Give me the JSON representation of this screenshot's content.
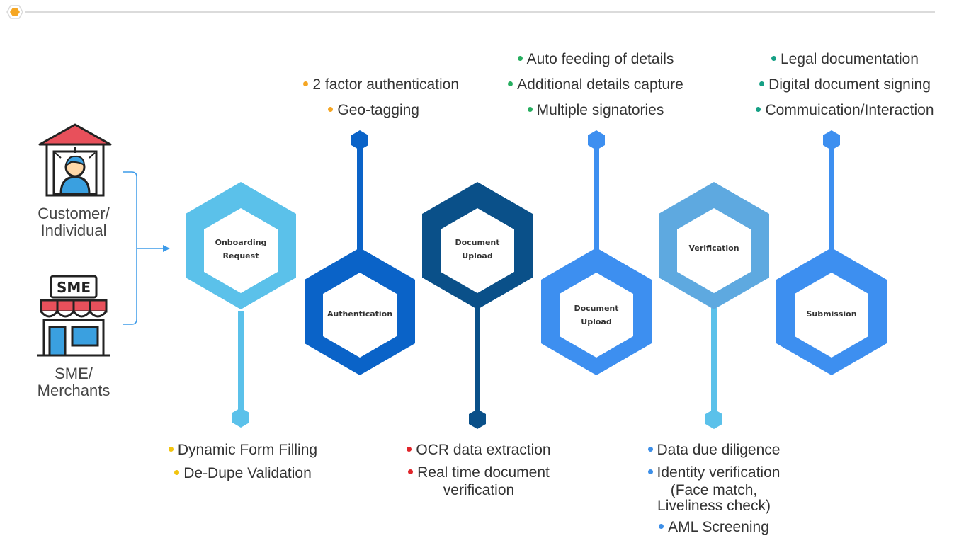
{
  "actors": {
    "customer_label_line1": "Customer/",
    "customer_label_line2": "Individual",
    "sme_sign": "SME",
    "sme_label_line1": "SME/",
    "sme_label_line2": "Merchants"
  },
  "steps": [
    {
      "line1": "Onboarding",
      "line2": "Request",
      "color": "#5bc1ea"
    },
    {
      "line1": "Authentication",
      "line2": "",
      "color": "#0a63c8"
    },
    {
      "line1": "Document",
      "line2": "Upload",
      "color": "#0a5089"
    },
    {
      "line1": "Document",
      "line2": "Upload",
      "color": "#3d8ff0"
    },
    {
      "line1": "Verification",
      "line2": "",
      "color": "#5ea9e0"
    },
    {
      "line1": "Submission",
      "line2": "",
      "color": "#3d8ff0"
    }
  ],
  "top_bullets": {
    "authentication": [
      "2 factor authentication",
      "Geo-tagging"
    ],
    "document_upload": [
      "Auto feeding of details",
      "Additional details capture",
      "Multiple signatories"
    ],
    "submission": [
      "Legal documentation",
      "Digital document signing",
      "Commuication/Interaction"
    ]
  },
  "bottom_bullets": {
    "onboarding": [
      "Dynamic Form Filling",
      "De-Dupe Validation"
    ],
    "document_upload": [
      "OCR data extraction",
      "Real time document",
      "verification"
    ],
    "verification": [
      "Data due diligence",
      "Identity verification",
      "(Face match,",
      "Liveliness check)",
      "AML Screening"
    ]
  },
  "colors": {
    "orange": "#f5a623",
    "green": "#27ae60",
    "yellow": "#f2c40f",
    "red": "#e0262b",
    "blue": "#3d8fe8"
  }
}
